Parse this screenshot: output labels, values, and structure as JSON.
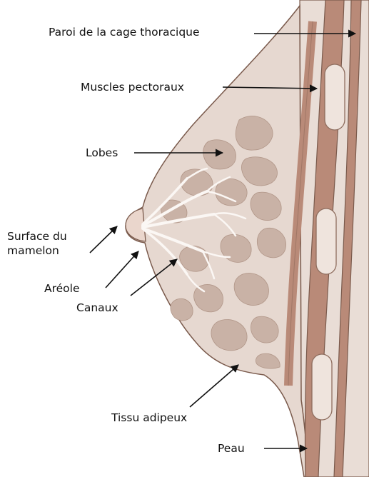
{
  "labels": {
    "chest_wall": "Paroi de la cage thoracique",
    "pectoral_muscles": "Muscles pectoraux",
    "lobes": "Lobes",
    "nipple_line1": "Surface du",
    "nipple_line2": "mamelon",
    "areola": "Aréole",
    "ducts": "Canaux",
    "fatty_tissue": "Tissu adipeux",
    "skin": "Peau"
  },
  "colors": {
    "background": "#ffffff",
    "body_tissue": "#e9ddd6",
    "breast_tissue": "#e6d8d0",
    "lobule": "#c9b2a6",
    "muscle": "#b98a78",
    "rib_fill": "#efe4dd",
    "outline": "#7a5a4c",
    "arrow": "#111111"
  }
}
